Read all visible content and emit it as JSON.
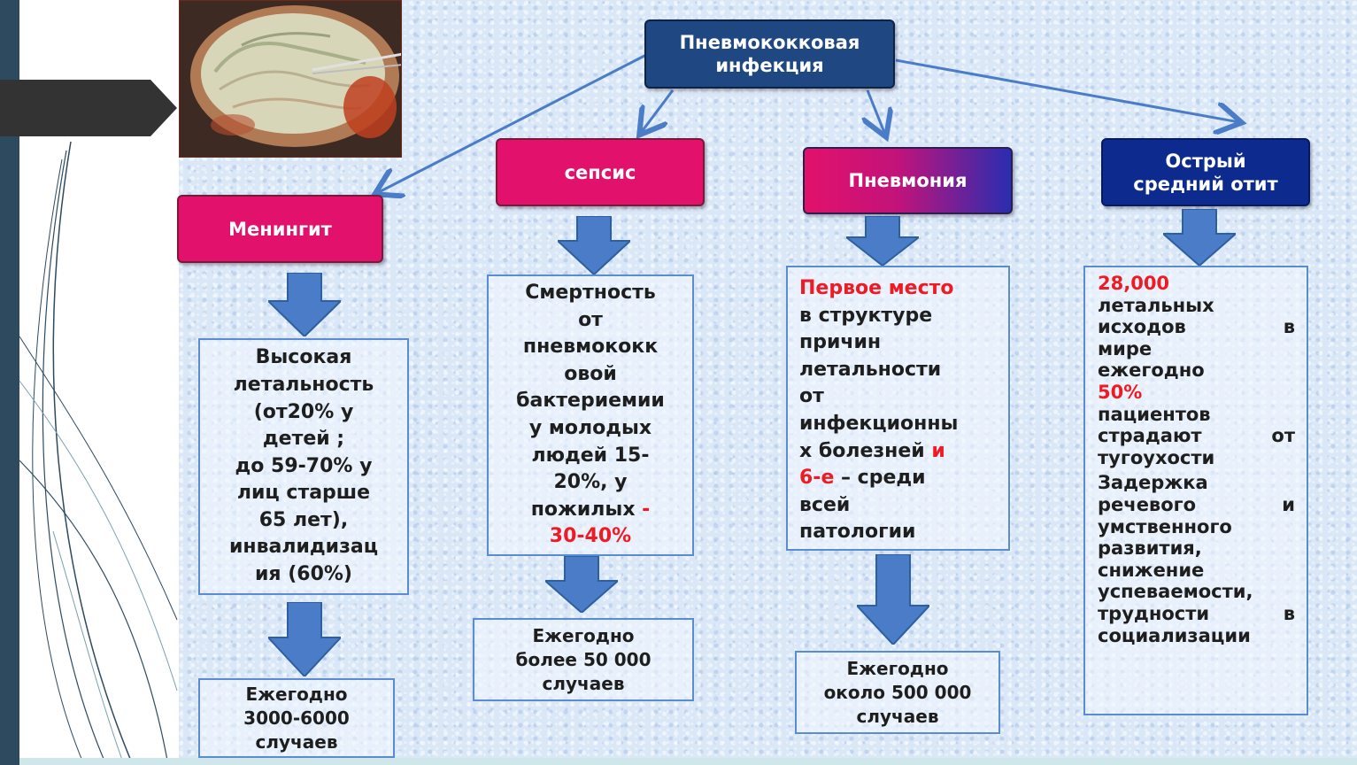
{
  "root": {
    "title_line1": "Пневмококковая",
    "title_line2": "инфекция"
  },
  "categories": [
    {
      "label": "Менингит"
    },
    {
      "label": "сепсис"
    },
    {
      "label": "Пневмония"
    },
    {
      "label_line1": "Острый",
      "label_line2": "средний отит"
    }
  ],
  "meningitis": {
    "details": [
      "Высокая",
      "летальность",
      "(от20% у",
      "детей ;",
      "до 59-70% у",
      "лиц старше",
      "65 лет),",
      "инвалидизац",
      "ия (60%)"
    ],
    "annual": [
      "Ежегодно",
      "3000-6000",
      "случаев"
    ]
  },
  "sepsis": {
    "details": [
      "Смертность",
      "от",
      "пневмококк",
      "овой",
      "бактериемии",
      "у молодых",
      "людей 15-",
      "20%, у"
    ],
    "details_last_prefix": "пожилых ",
    "details_last_red": "-",
    "details_red_line": "30-40%",
    "annual": [
      "Ежегодно",
      "более 50 000",
      "случаев"
    ]
  },
  "pneumonia": {
    "red_heading": "Первое место",
    "details": [
      "в структуре",
      "причин",
      "летальности",
      "от",
      "инфекционны"
    ],
    "line_boleznei_prefix": "х болезней ",
    "line_boleznei_red": "и",
    "line_6e_red": "6-е",
    "line_6e_rest": " – среди",
    "details_tail": [
      "всей",
      "патологии"
    ],
    "annual": [
      "Ежегодно",
      "около 500 000",
      "случаев"
    ]
  },
  "otitis": {
    "red_number": "28,000",
    "line1": "летальных",
    "line2_left": "исходов",
    "line2_right": "в",
    "line3": "мире",
    "line4": "ежегодно",
    "red_percent": "50%",
    "line5": "пациентов",
    "line6_left": "страдают",
    "line6_right": "от",
    "line7": "тугоухости",
    "line8": "Задержка",
    "line9_left": "речевого",
    "line9_right": "и",
    "line10": "умственного",
    "line11": "развития,",
    "line12": "снижение",
    "line13": "успеваемости,",
    "line14_left": "трудности",
    "line14_right": "в",
    "line15": "социализации"
  },
  "colors": {
    "pink": "#e2116b",
    "dark_blue": "#1f4782",
    "navy": "#0d2a8f",
    "arrow_blue": "#4a7cc7",
    "red_text": "#ee1b24"
  }
}
